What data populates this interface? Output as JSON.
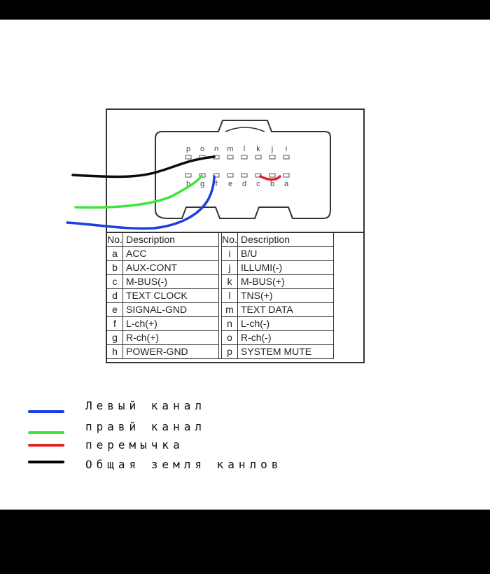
{
  "connector": {
    "pins_top": [
      "p",
      "o",
      "n",
      "m",
      "l",
      "k",
      "j",
      "i"
    ],
    "pins_bottom": [
      "h",
      "g",
      "f",
      "e",
      "d",
      "c",
      "b",
      "a"
    ]
  },
  "table": {
    "header": {
      "no": "No.",
      "description": "Description"
    },
    "left": [
      {
        "no": "a",
        "desc": "ACC"
      },
      {
        "no": "b",
        "desc": "AUX-CONT"
      },
      {
        "no": "c",
        "desc": "M-BUS(-)"
      },
      {
        "no": "d",
        "desc": "TEXT CLOCK"
      },
      {
        "no": "e",
        "desc": "SIGNAL-GND"
      },
      {
        "no": "f",
        "desc": "L-ch(+)"
      },
      {
        "no": "g",
        "desc": "R-ch(+)"
      },
      {
        "no": "h",
        "desc": "POWER-GND"
      }
    ],
    "right": [
      {
        "no": "i",
        "desc": "B/U"
      },
      {
        "no": "j",
        "desc": "ILLUMI(-)"
      },
      {
        "no": "k",
        "desc": "M-BUS(+)"
      },
      {
        "no": "l",
        "desc": "TNS(+)"
      },
      {
        "no": "m",
        "desc": "TEXT DATA"
      },
      {
        "no": "n",
        "desc": "L-ch(-)"
      },
      {
        "no": "o",
        "desc": "R-ch(-)"
      },
      {
        "no": "p",
        "desc": "SYSTEM MUTE"
      }
    ]
  },
  "legend": [
    {
      "label": "Левый канал",
      "color": "#1a3fe0"
    },
    {
      "label": "правй канал",
      "color": "#3ee63a"
    },
    {
      "label": "перемычка",
      "color": "#e0202a"
    },
    {
      "label": "Общая земля канлов",
      "color": "#000000"
    }
  ]
}
